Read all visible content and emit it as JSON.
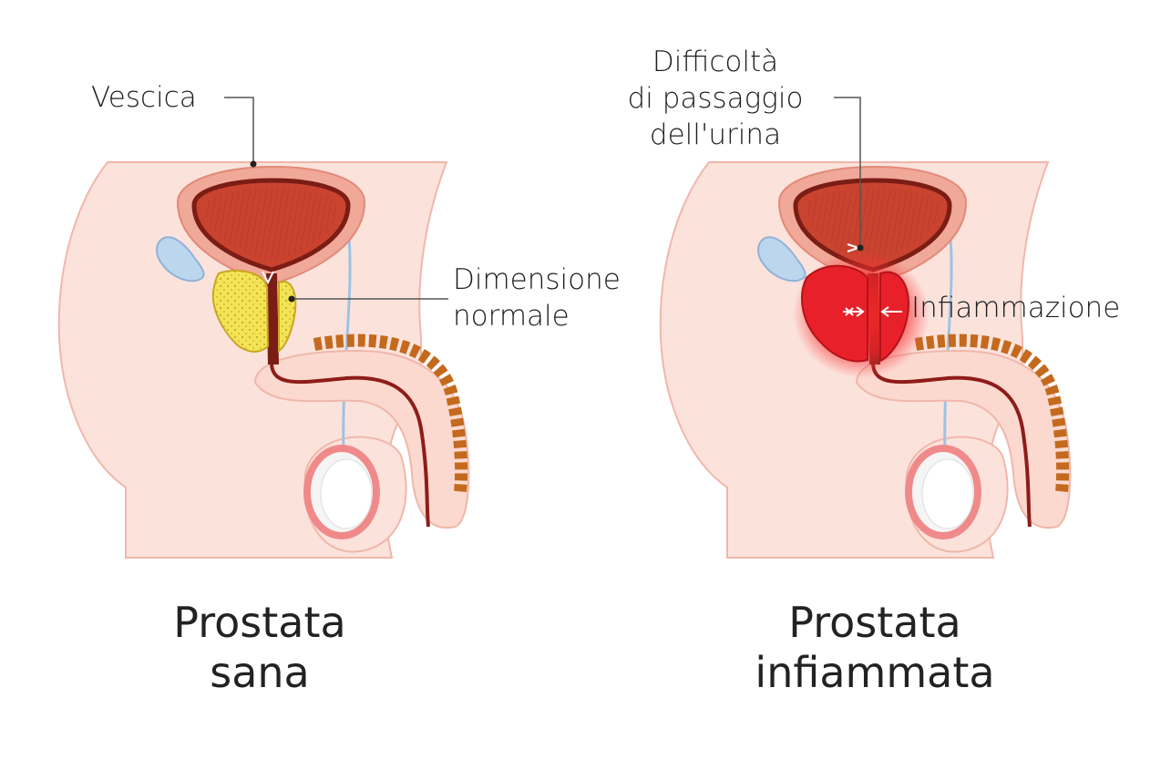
{
  "labels": {
    "vescica": "Vescica",
    "dimensione_line1": "Dimensione",
    "dimensione_line2": "normale",
    "difficolta_line1": "Difficoltà",
    "difficolta_line2": "di passaggio",
    "difficolta_line3": "dell'urina",
    "infiammazione": "Infiammazione"
  },
  "captions": {
    "healthy_line1": "Prostata",
    "healthy_line2": "sana",
    "inflamed_line1": "Prostata",
    "inflamed_line2": "infiammata"
  },
  "colors": {
    "skin": "#fbe3dc",
    "skin_outline": "#f0b7aa",
    "bladder_wall": "#f0a898",
    "bladder_inner": "#c9432f",
    "bladder_dark": "#7a1d15",
    "prostate_healthy": "#f3e456",
    "prostate_inflamed": "#e8202a",
    "vesicle": "#bcd6ee",
    "testis": "#f2f2f2",
    "corpus": "#c46a1e"
  }
}
